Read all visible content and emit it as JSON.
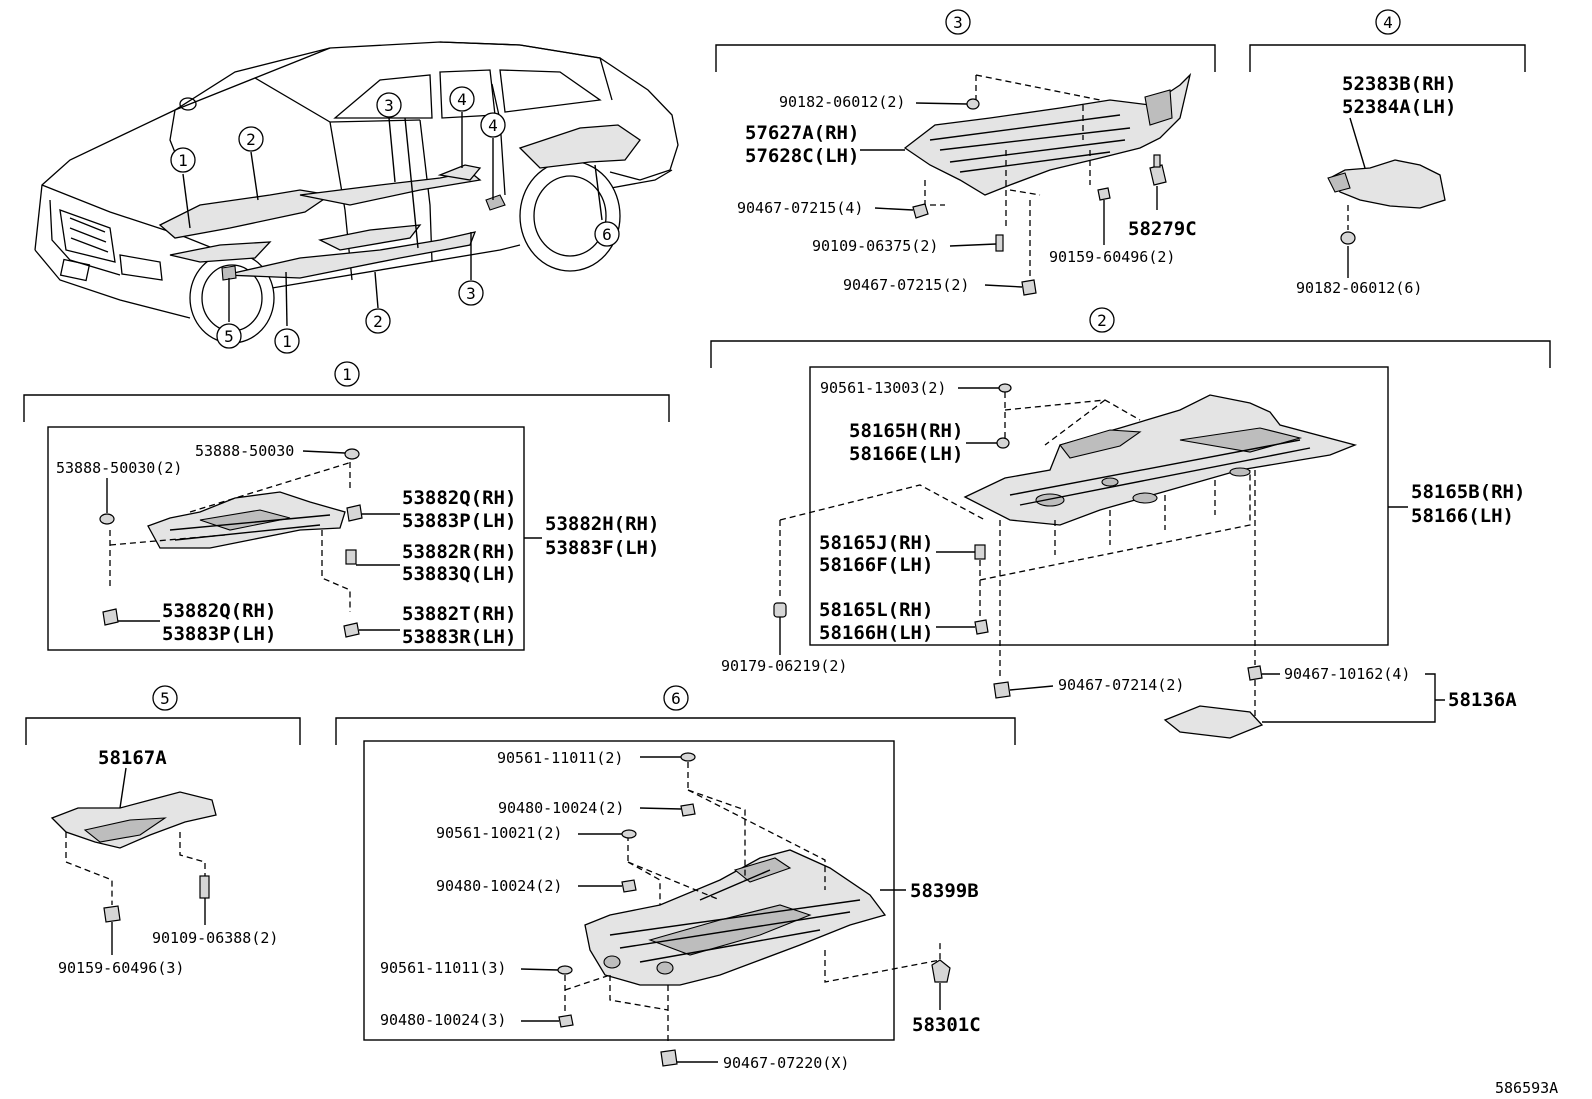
{
  "diagram_id": "586593A",
  "callouts": {
    "c1": "1",
    "c2": "2",
    "c3": "3",
    "c4": "4",
    "c5": "5",
    "c6": "6"
  },
  "group1": {
    "p_53888_50030": "53888-50030",
    "p_53888_50030_2": "53888-50030(2)",
    "p_53882Q_RH_a": "53882Q(RH)",
    "p_53883P_LH_a": "53883P(LH)",
    "p_53882R_RH": "53882R(RH)",
    "p_53883Q_LH": "53883Q(LH)",
    "p_53882Q_RH_b": "53882Q(RH)",
    "p_53883P_LH_b": "53883P(LH)",
    "p_53882T_RH": "53882T(RH)",
    "p_53883R_LH": "53883R(LH)",
    "p_53882H_RH": "53882H(RH)",
    "p_53883F_LH": "53883F(LH)"
  },
  "group2": {
    "p_90561_13003": "90561-13003(2)",
    "p_58165H_RH": "58165H(RH)",
    "p_58166E_LH": "58166E(LH)",
    "p_58165J_RH": "58165J(RH)",
    "p_58166F_LH": "58166F(LH)",
    "p_58165L_RH": "58165L(RH)",
    "p_58166H_LH": "58166H(LH)",
    "p_58165B_RH": "58165B(RH)",
    "p_58166_LH": "58166(LH)",
    "p_90179_06219": "90179-06219(2)",
    "p_90467_07214": "90467-07214(2)",
    "p_90467_10162": "90467-10162(4)",
    "p_58136A": "58136A"
  },
  "group3": {
    "p_90182_06012": "90182-06012(2)",
    "p_57627A_RH": "57627A(RH)",
    "p_57628C_LH": "57628C(LH)",
    "p_90467_07215_4": "90467-07215(4)",
    "p_90109_06375": "90109-06375(2)",
    "p_90467_07215_2": "90467-07215(2)",
    "p_58279C": "58279C",
    "p_90159_60496": "90159-60496(2)"
  },
  "group4": {
    "p_52383B_RH": "52383B(RH)",
    "p_52384A_LH": "52384A(LH)",
    "p_90182_06012_6": "90182-06012(6)"
  },
  "group5": {
    "p_58167A": "58167A",
    "p_90109_06388": "90109-06388(2)",
    "p_90159_60496_3": "90159-60496(3)"
  },
  "group6": {
    "p_90561_11011_2": "90561-11011(2)",
    "p_90480_10024_2a": "90480-10024(2)",
    "p_90561_10021": "90561-10021(2)",
    "p_90480_10024_2b": "90480-10024(2)",
    "p_90561_11011_3": "90561-11011(3)",
    "p_90480_10024_3": "90480-10024(3)",
    "p_58399B": "58399B",
    "p_58301C": "58301C",
    "p_90467_07220": "90467-07220(X)"
  }
}
